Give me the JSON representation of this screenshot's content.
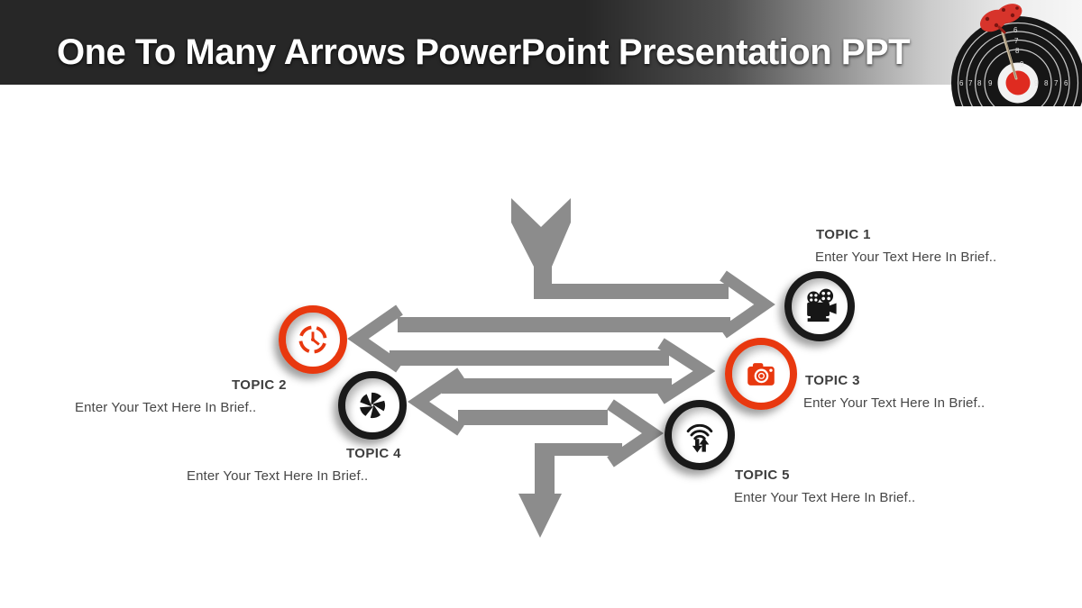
{
  "header": {
    "title": "One To Many Arrows PowerPoint Presentation PPT",
    "bar_color_left": "#272727",
    "bar_color_right": "#f7f7f7",
    "dartboard": {
      "description": "dartboard-with-red-dart-photo",
      "left_numbers": [
        "6",
        "7",
        "8",
        "9"
      ],
      "right_numbers": [
        "9",
        "8",
        "7",
        "6"
      ],
      "top_numbers": [
        "6",
        "7",
        "8",
        "9"
      ],
      "bullseye_color": "#df2b20",
      "dart_flight_color": "#d7342b"
    }
  },
  "diagram": {
    "arrow_color": "#8C8C8C",
    "ring_black": "#1a1a1a",
    "ring_red": "#E8380F",
    "topics": [
      {
        "label": "TOPIC 1",
        "body": "Enter Your Text Here In Brief..",
        "icon": "video-camera-icon",
        "ring": "#1a1a1a",
        "side": "right"
      },
      {
        "label": "TOPIC 2",
        "body": "Enter Your Text Here In Brief..",
        "icon": "clock-icon",
        "ring": "#E8380F",
        "side": "left"
      },
      {
        "label": "TOPIC 3",
        "body": "Enter Your Text Here In Brief..",
        "icon": "photo-camera-icon",
        "ring": "#E8380F",
        "side": "right"
      },
      {
        "label": "TOPIC 4",
        "body": "Enter Your Text Here In Brief..",
        "icon": "aperture-icon",
        "ring": "#1a1a1a",
        "side": "left"
      },
      {
        "label": "TOPIC 5",
        "body": "Enter Your Text Here In Brief..",
        "icon": "wifi-transfer-icon",
        "ring": "#1a1a1a",
        "side": "right"
      }
    ]
  }
}
